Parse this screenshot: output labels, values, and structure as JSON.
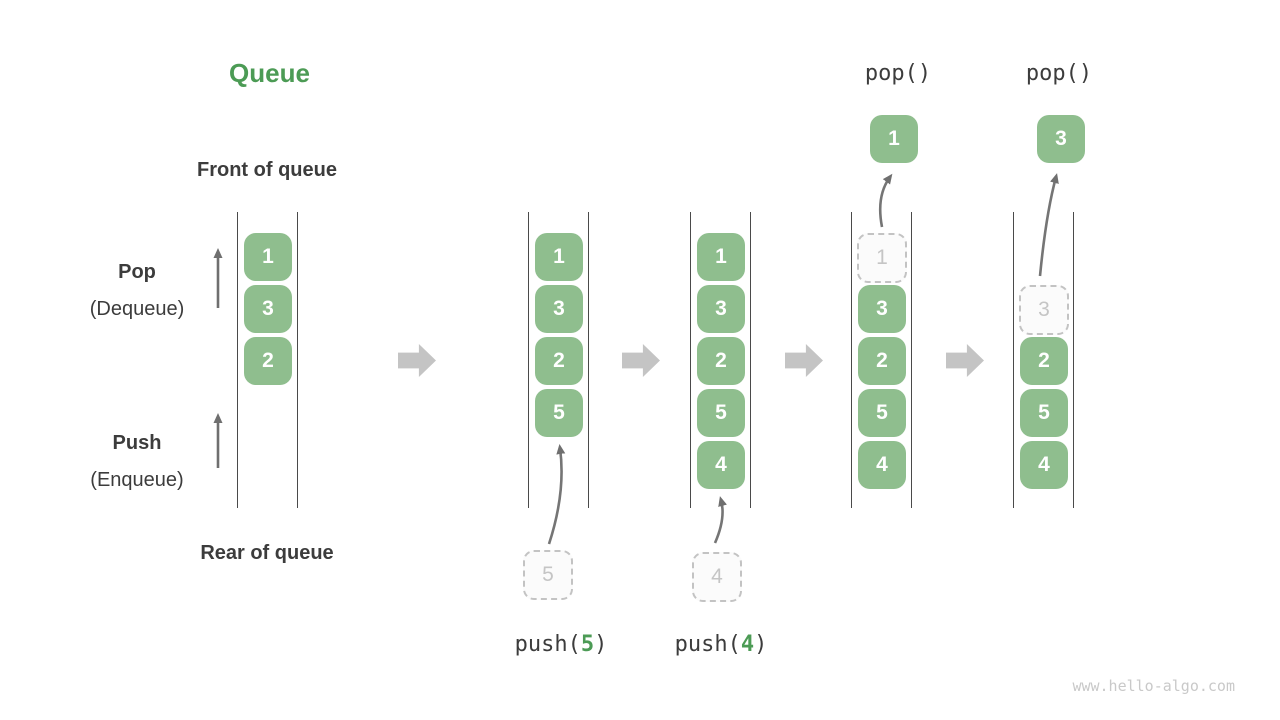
{
  "title": "Queue",
  "labels": {
    "front": "Front of queue",
    "rear": "Rear of queue",
    "pop": "Pop",
    "pop_sub": "(Dequeue)",
    "push": "Push",
    "push_sub": "(Enqueue)"
  },
  "ops": {
    "pop_call": "pop()",
    "push_fn": "push(",
    "push_close": ")",
    "push_args": [
      "5",
      "4"
    ]
  },
  "states": [
    {
      "items": [
        "1",
        "3",
        "2"
      ]
    },
    {
      "items": [
        "1",
        "3",
        "2",
        "5"
      ],
      "incoming": "5"
    },
    {
      "items": [
        "1",
        "3",
        "2",
        "5",
        "4"
      ],
      "incoming": "4"
    },
    {
      "ghost": "1",
      "items": [
        "3",
        "2",
        "5",
        "4"
      ],
      "popped": "1"
    },
    {
      "ghost": "3",
      "items": [
        "2",
        "5",
        "4"
      ],
      "popped": "3"
    }
  ],
  "watermark": "www.hello-algo.com",
  "colors": {
    "accent_green": "#4C9B55",
    "box_green": "#8FBE8E",
    "arrow_gray": "#C4C4C4",
    "text_dark": "#3C3C3C",
    "ghost_gray": "#C5C5C5",
    "rail_dark": "#4A4A4A",
    "watermark_gray": "#C9C9C9"
  }
}
